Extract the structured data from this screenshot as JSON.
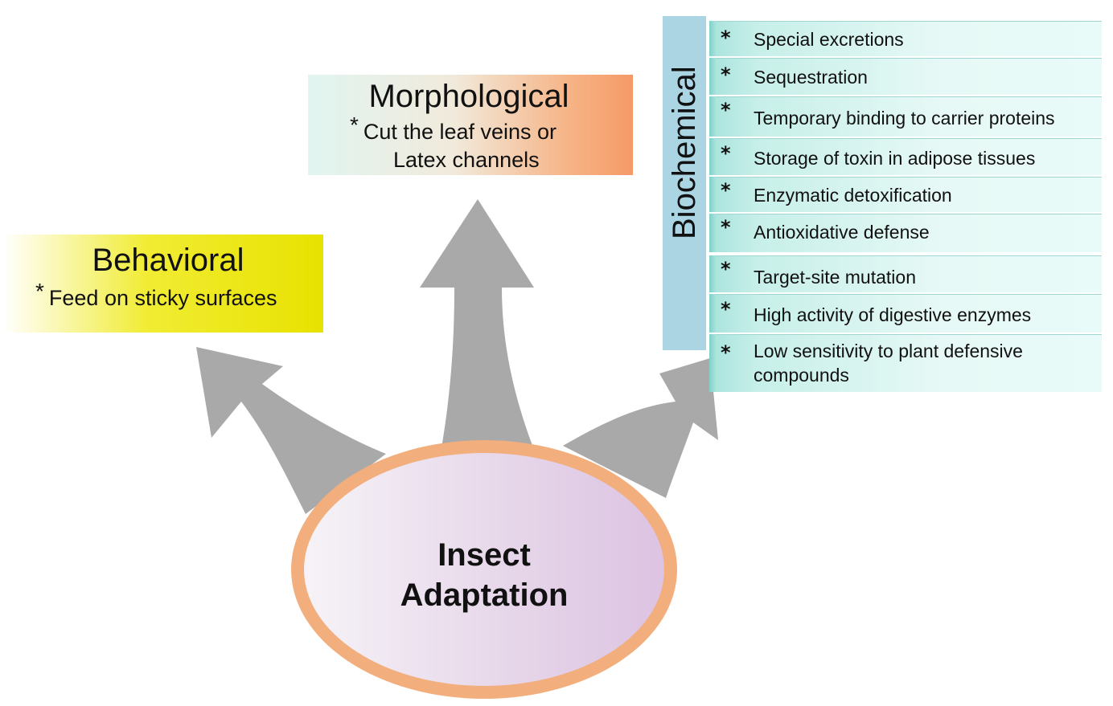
{
  "center": {
    "line1": "Insect",
    "line2": "Adaptation"
  },
  "behavioral": {
    "title": "Behavioral",
    "items": [
      "Feed on sticky surfaces"
    ]
  },
  "morphological": {
    "title": "Morphological",
    "line1": "Cut the leaf veins or",
    "line2": "Latex channels"
  },
  "biochemical": {
    "title": "Biochemical",
    "items": [
      "Special excretions",
      "Sequestration",
      "Temporary binding to carrier proteins",
      "Storage of toxin in adipose tissues",
      "Enzymatic detoxification",
      "Antioxidative defense",
      "Target-site mutation",
      "High activity of digestive enzymes",
      "Low sensitivity to plant defensive compounds"
    ]
  },
  "bullet_symbol": "*",
  "colors": {
    "arrow": "#a9a9a9",
    "behavioral_fill": "#e8e200",
    "morphological_fill": "#f59a66",
    "biochemical_label": "#acd5e4",
    "biochemical_items": "#c7efe9",
    "ellipse_border": "#f2ae7c",
    "ellipse_fill": "#dcc3e2"
  }
}
